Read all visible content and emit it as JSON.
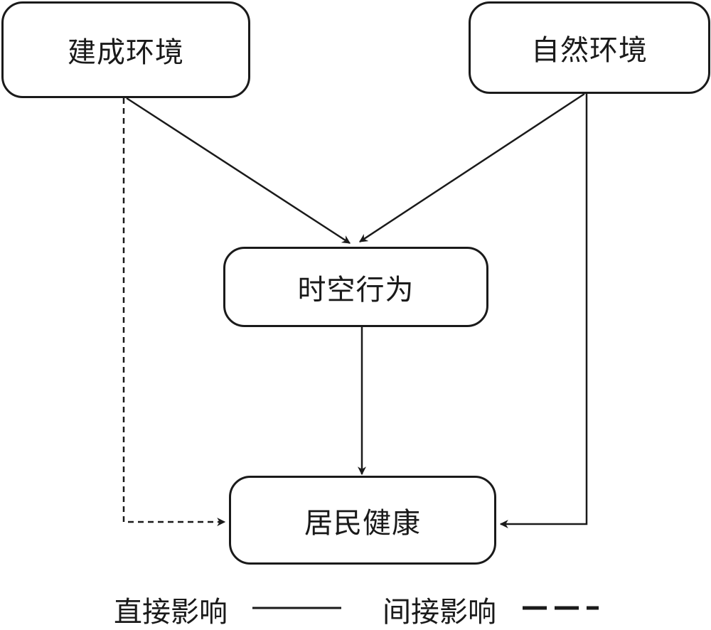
{
  "nodes": {
    "built_environment": "建成环境",
    "natural_environment": "自然环境",
    "spatiotemporal_behavior": "时空行为",
    "resident_health": "居民健康"
  },
  "edges": [
    {
      "from": "built_environment",
      "to": "spatiotemporal_behavior",
      "type": "direct"
    },
    {
      "from": "natural_environment",
      "to": "spatiotemporal_behavior",
      "type": "direct"
    },
    {
      "from": "spatiotemporal_behavior",
      "to": "resident_health",
      "type": "direct"
    },
    {
      "from": "natural_environment",
      "to": "resident_health",
      "type": "direct"
    },
    {
      "from": "built_environment",
      "to": "resident_health",
      "type": "indirect"
    }
  ],
  "legend": {
    "direct": "直接影响",
    "indirect": "间接影响"
  },
  "colors": {
    "line": "#1a1a1a",
    "background": "#ffffff"
  }
}
